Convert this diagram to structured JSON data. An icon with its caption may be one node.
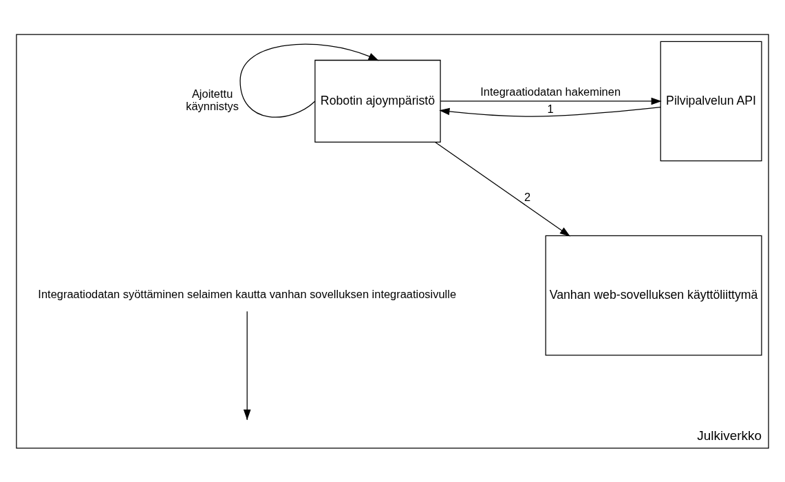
{
  "diagram": {
    "nodes": [
      {
        "text": [
          "Julkiverkko"
        ]
      },
      {
        "text": [
          "Robotin ajoympäristö"
        ],
        "in": 0
      },
      {
        "text": [
          "Pilvipalvelun API"
        ],
        "in": 0
      },
      {
        "text": [
          "Vanhan web-sovelluksen käyttöliittymä"
        ],
        "in": 0
      },
      {
        "text": [
          "Integraatiodatan syöttäminen selaimen kautta vanhan sovelluksen integraatiosivulle"
        ],
        "in": 0
      }
    ],
    "edges": [
      {
        "from": 1,
        "to": 1,
        "arrow": "to",
        "label": "Ajoitettu käynnistys"
      },
      {
        "from": 1,
        "to": 2,
        "arrow": "to",
        "label": "Integraatiodatan hakeminen"
      },
      {
        "from": 2,
        "to": 1,
        "arrow": "to",
        "label": "1"
      },
      {
        "from": 1,
        "to": 3,
        "arrow": "to",
        "label": "2"
      },
      {
        "from": 4,
        "to": null,
        "arrow": "to"
      }
    ]
  }
}
